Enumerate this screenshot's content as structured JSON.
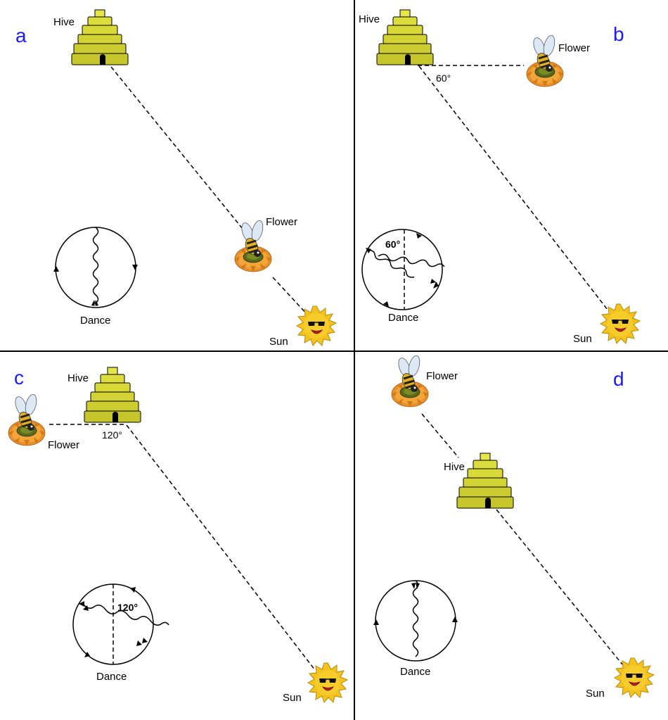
{
  "panels": {
    "a": {
      "letter": "a",
      "hive": "Hive",
      "flower": "Flower",
      "sun": "Sun",
      "dance": "Dance"
    },
    "b": {
      "letter": "b",
      "hive": "Hive",
      "flower": "Flower",
      "sun": "Sun",
      "dance": "Dance",
      "angle": "60°",
      "dance_angle": "60°"
    },
    "c": {
      "letter": "c",
      "hive": "Hive",
      "flower": "Flower",
      "sun": "Sun",
      "dance": "Dance",
      "angle": "120°",
      "dance_angle": "120°"
    },
    "d": {
      "letter": "d",
      "hive": "Hive",
      "flower": "Flower",
      "sun": "Sun",
      "dance": "Dance"
    }
  },
  "colors": {
    "hive": "#d8d83a",
    "sun": "#f4c21e",
    "letters": "#1a1aff"
  }
}
